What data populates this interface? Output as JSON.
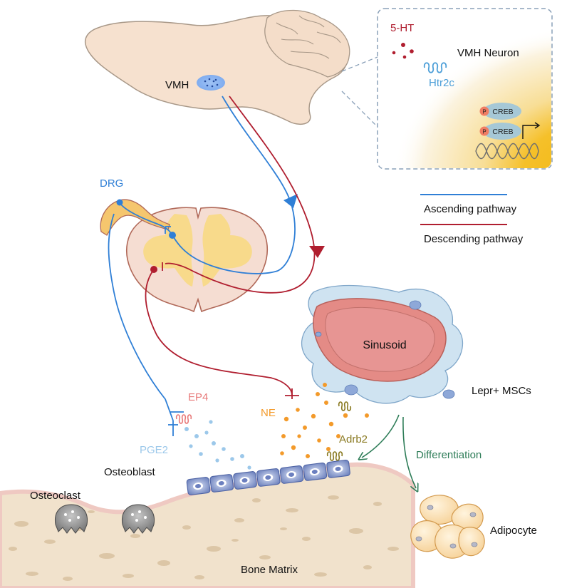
{
  "labels": {
    "vmh": "VMH",
    "five_ht": "5-HT",
    "vmh_neuron": "VMH Neuron",
    "htr2c": "Htr2c",
    "creb_1": "CREB",
    "creb_2": "CREB",
    "p_1": "P",
    "p_2": "P",
    "drg": "DRG",
    "sinusoid": "Sinusoid",
    "lepr_mscs": "Lepr+ MSCs",
    "ep4": "EP4",
    "ne": "NE",
    "pge2": "PGE2",
    "adrb2": "Adrb2",
    "osteoblast": "Osteoblast",
    "osteoclast": "Osteoclast",
    "differentiation": "Differentiation",
    "adipocyte": "Adipocyte",
    "bone_matrix": "Bone Matrix"
  },
  "legend": {
    "ascending": "Ascending pathway",
    "descending": "Descending pathway"
  },
  "colors": {
    "ascending": "#2f7fd6",
    "descending": "#b01e2f",
    "brain_fill": "#f6e1cf",
    "brain_stroke": "#b0a090",
    "neuron_glow": "#f7d56a",
    "neuron_core": "#f3b70e",
    "creb": "#9fc3d2",
    "phospho": "#f07d63",
    "sinusoid_outer": "#e48b86",
    "sinusoid_inner": "#e17f80",
    "msc": "#b6d6ea",
    "ne_dots": "#f39a2a",
    "pge2_dots": "#9cc8ea",
    "ep4": "#e87b7b",
    "adrb2": "#8a7a22",
    "osteoblast": "#7d8fc7",
    "bone": "#f1e2cc",
    "bone_spots": "#d9c2a2",
    "differentiation": "#2e7d58",
    "adipocyte": "#f9d9a1",
    "spinal_grey": "#f8d987"
  }
}
